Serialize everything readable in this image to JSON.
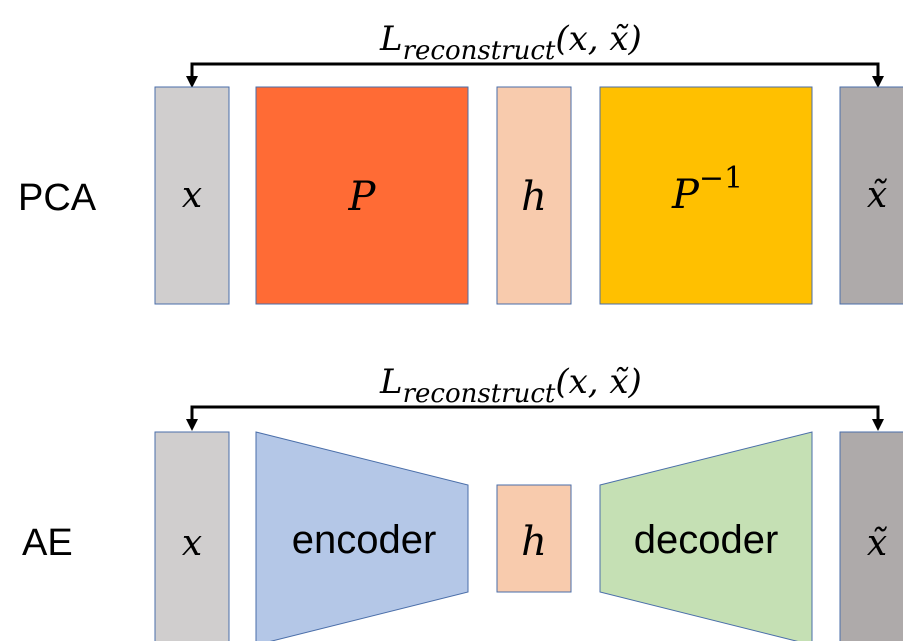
{
  "rows": {
    "pca": {
      "label": "PCA",
      "loss_main": "L",
      "loss_sub": "reconstruct",
      "loss_args": "(x, x̃)",
      "input": "x",
      "encoder": "P",
      "latent": "h",
      "decoder_base": "P",
      "decoder_exp": "−1",
      "output": "x̃"
    },
    "ae": {
      "label": "AE",
      "loss_main": "L",
      "loss_sub": "reconstruct",
      "loss_args": "(x, x̃)",
      "input": "x",
      "encoder": "encoder",
      "latent": "h",
      "decoder": "decoder",
      "output": "x̃"
    }
  },
  "colors": {
    "input": "#d0cece",
    "pca_encoder": "#ff6b35",
    "latent": "#f8cbad",
    "pca_decoder": "#ffc000",
    "output": "#aeaaaa",
    "ae_encoder": "#b4c7e7",
    "ae_decoder": "#c5e0b4",
    "border": "#4a6ea9"
  }
}
